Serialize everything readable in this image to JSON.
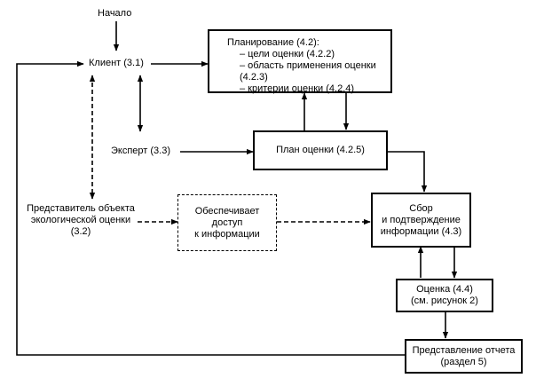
{
  "labels": {
    "start": "Начало",
    "client": "Клиент (3.1)",
    "expert": "Эксперт (3.3)",
    "representative": [
      "Представитель объекта",
      "экологической оценки",
      "(3.2)"
    ]
  },
  "boxes": {
    "planning": {
      "title": "Планирование (4.2):",
      "items": [
        "– цели оценки (4.2.2)",
        "– область применения оценки (4.2.3)",
        "– критерии оценки (4.2.4)"
      ]
    },
    "plan": "План оценки (4.2.5)",
    "access": [
      "Обеспечивает",
      "доступ",
      "к информации"
    ],
    "collection": [
      "Сбор",
      "и подтверждение",
      "информации (4.3)"
    ],
    "evaluation": [
      "Оценка (4.4)",
      "(см. рисунок 2)"
    ],
    "report": [
      "Представление отчета",
      "(раздел 5)"
    ]
  }
}
